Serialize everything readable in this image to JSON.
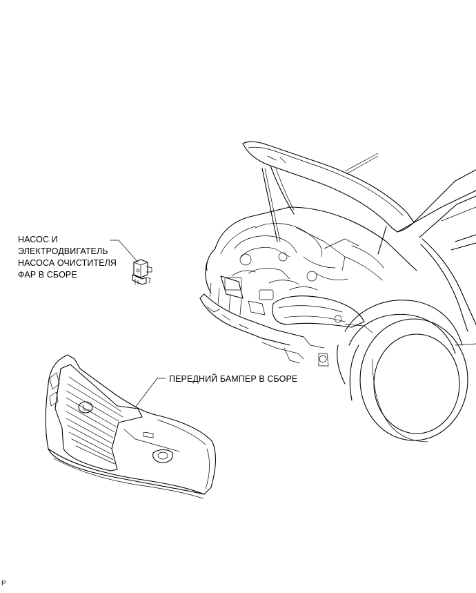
{
  "labels": {
    "pump": [
      "НАСОС И",
      "ЭЛЕКТРОДВИГАТЕЛЬ",
      "НАСОСА ОЧИСТИТЕЛЯ",
      "ФАР В СБОРЕ"
    ],
    "bumper": "ПЕРЕДНИЙ БАМПЕР В СБОРЕ"
  },
  "corner_mark": "P"
}
